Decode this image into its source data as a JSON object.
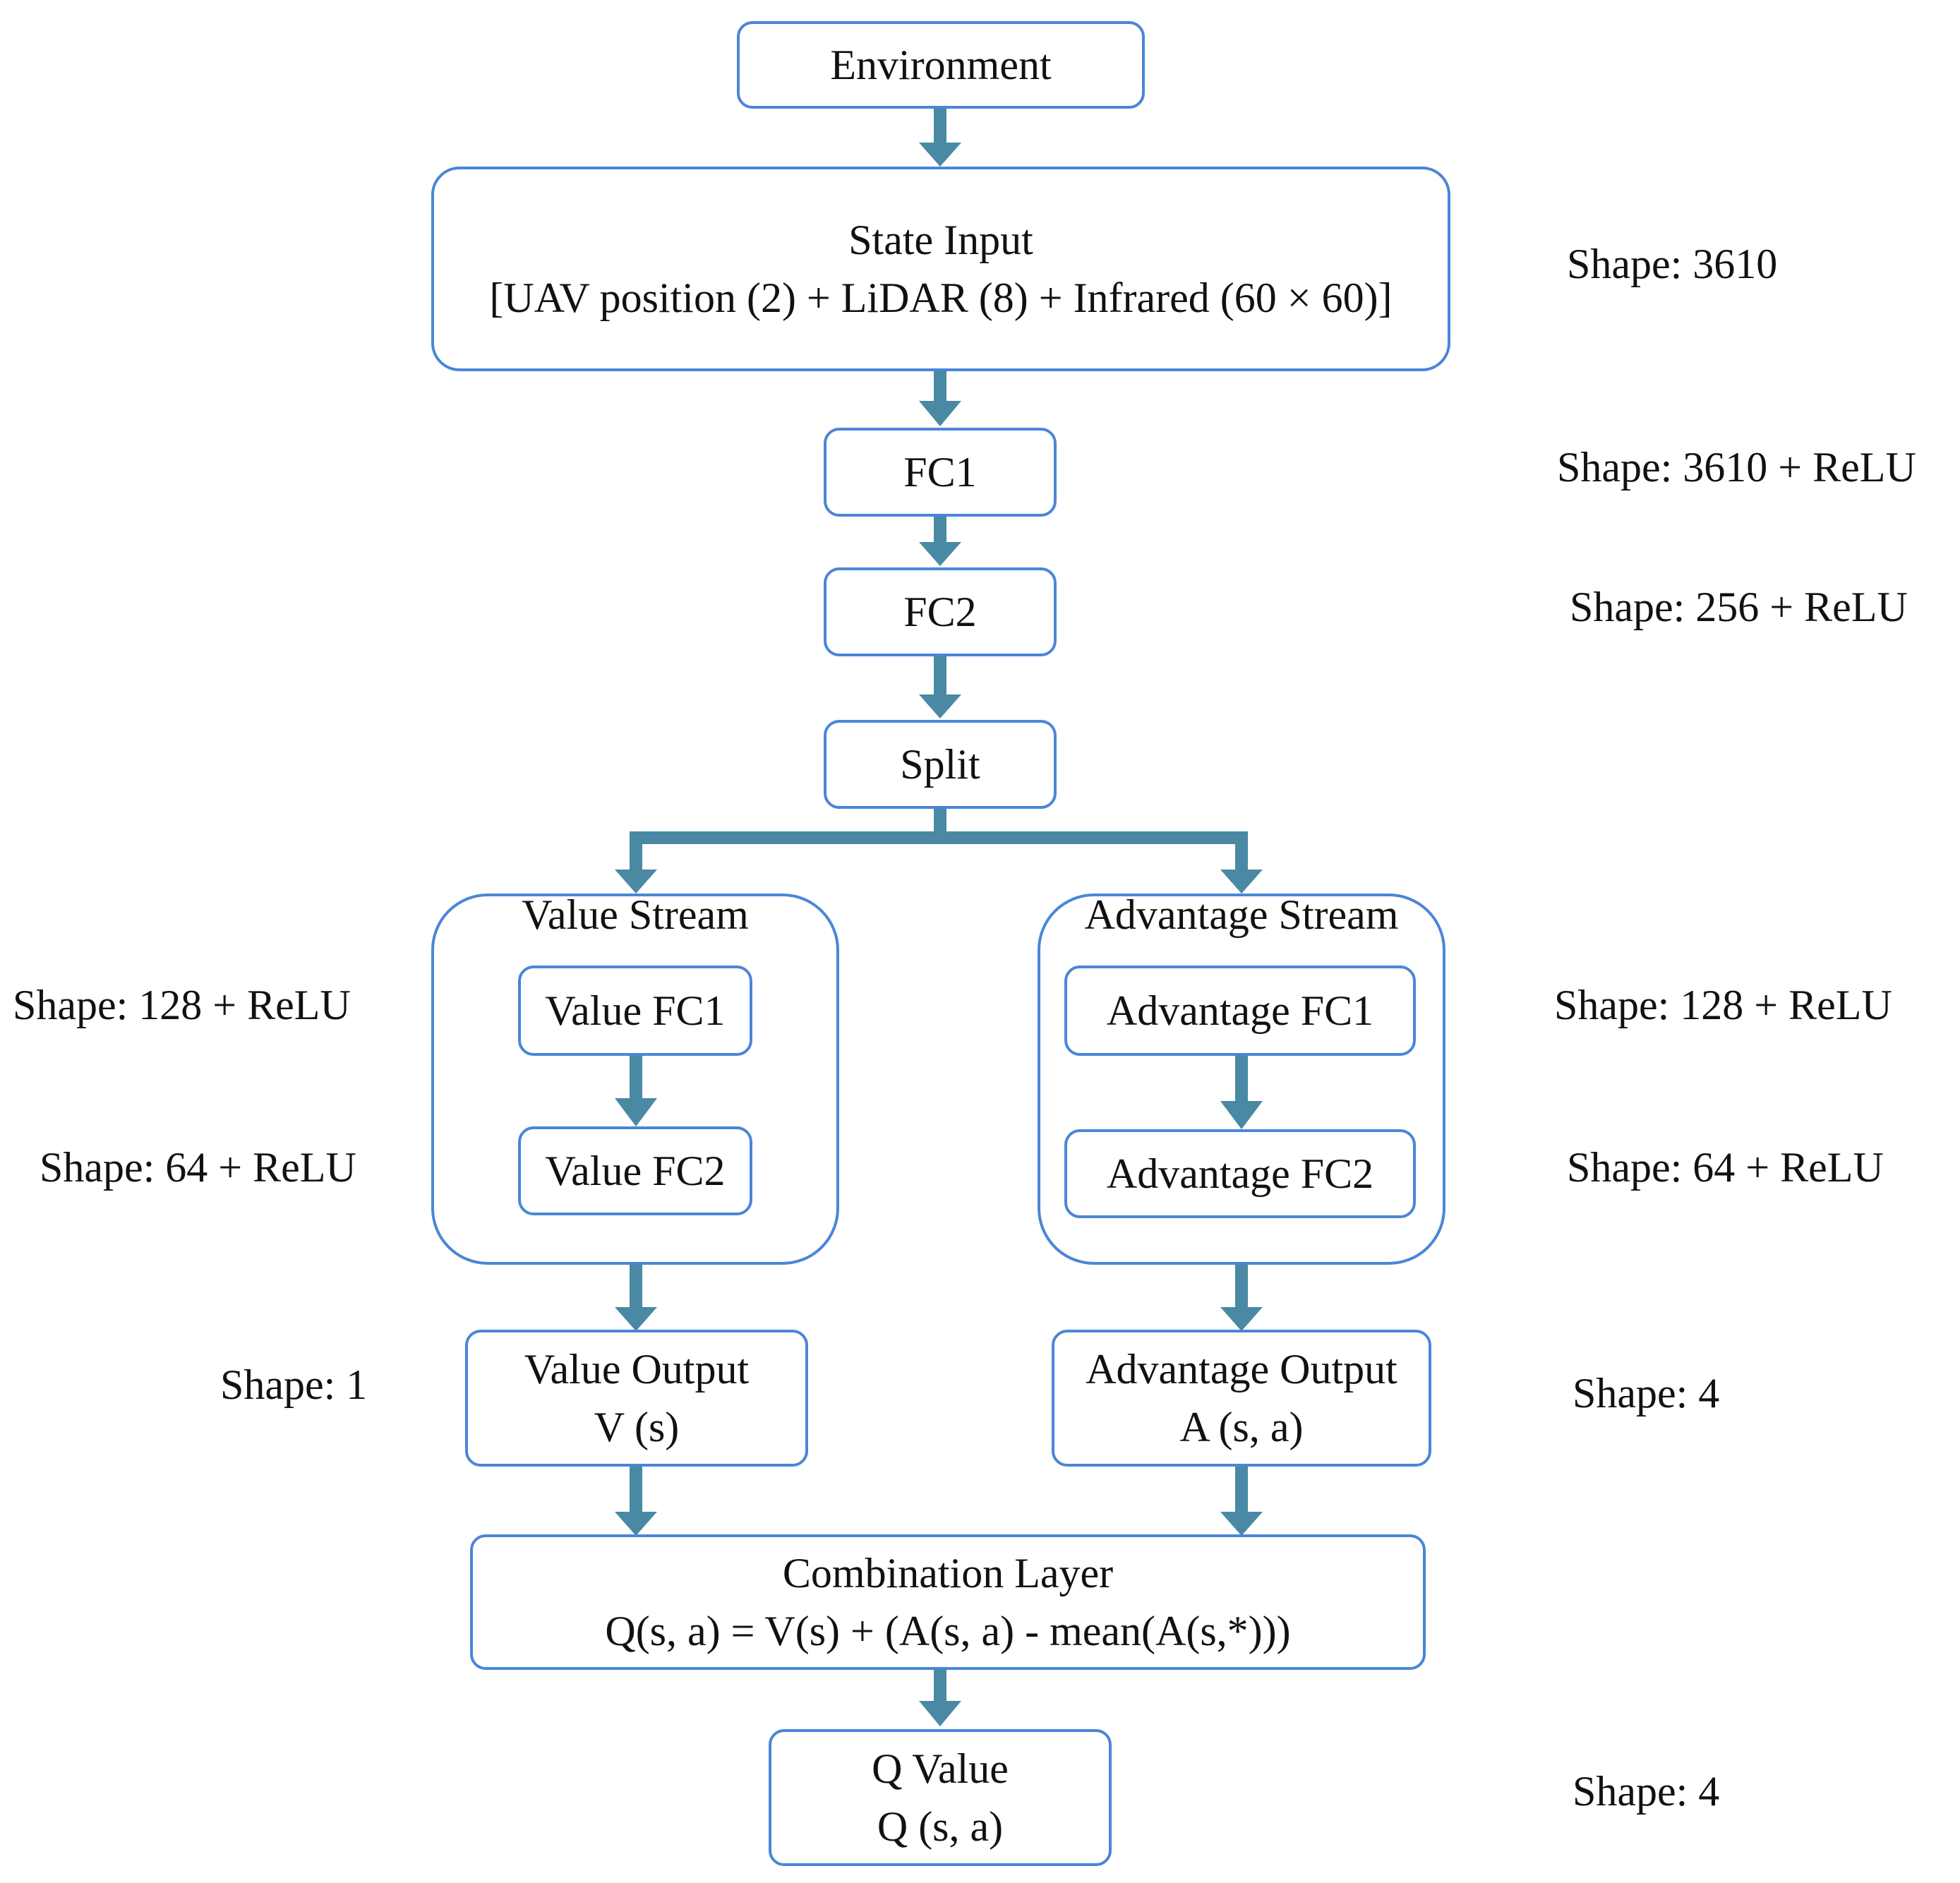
{
  "colors": {
    "box_border": "#4a86d6",
    "arrow": "#4a89a4",
    "text": "#111111"
  },
  "nodes": {
    "environment": {
      "label": "Environment"
    },
    "state_input": {
      "line1": "State Input",
      "line2": "[UAV position (2) + LiDAR (8) + Infrared (60 × 60)]"
    },
    "fc1": {
      "label": "FC1"
    },
    "fc2": {
      "label": "FC2"
    },
    "split": {
      "label": "Split"
    },
    "value_stream": {
      "title": "Value Stream",
      "fc1": "Value FC1",
      "fc2": "Value FC2"
    },
    "advantage_stream": {
      "title": "Advantage Stream",
      "fc1": "Advantage FC1",
      "fc2": "Advantage FC2"
    },
    "value_output": {
      "line1": "Value Output",
      "line2": "V (s)"
    },
    "advantage_output": {
      "line1": "Advantage Output",
      "line2": "A (s, a)"
    },
    "combination": {
      "line1": "Combination Layer",
      "line2": "Q(s, a) = V(s) + (A(s, a) - mean(A(s,*)))"
    },
    "q_value": {
      "line1": "Q Value",
      "line2": "Q (s, a)"
    }
  },
  "shapes": {
    "state_input": "Shape: 3610",
    "fc1": "Shape: 3610 + ReLU",
    "fc2": "Shape: 256 + ReLU",
    "value_fc1": "Shape: 128 + ReLU",
    "value_fc2": "Shape: 64 + ReLU",
    "advantage_fc1": "Shape: 128 + ReLU",
    "advantage_fc2": "Shape: 64 + ReLU",
    "value_output": "Shape: 1",
    "advantage_output": "Shape: 4",
    "q_value": "Shape: 4"
  }
}
